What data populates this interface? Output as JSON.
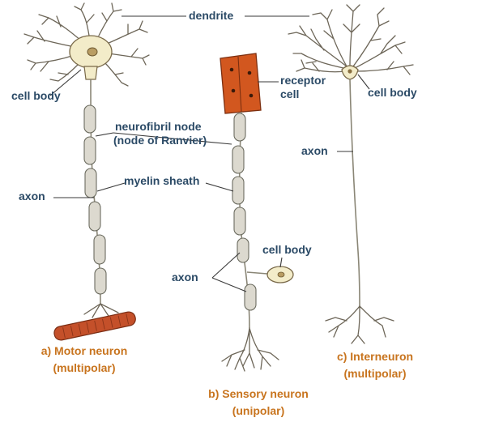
{
  "labels": {
    "dendrite": "dendrite",
    "cell_body_motor": "cell body",
    "node_line1": "neurofibril node",
    "node_line2": "(node of Ranvier)",
    "myelin_sheath": "myelin sheath",
    "axon_motor": "axon",
    "receptor_line1": "receptor",
    "receptor_line2": "cell",
    "cell_body_sensory": "cell body",
    "axon_sensory": "axon",
    "cell_body_inter": "cell body",
    "axon_inter": "axon"
  },
  "captions": {
    "motor_line1": "a) Motor neuron",
    "motor_line2": "(multipolar)",
    "sensory_line1": "b) Sensory neuron",
    "sensory_line2": "(unipolar)",
    "inter_line1": "c) Interneuron",
    "inter_line2": "(multipolar)"
  },
  "colors": {
    "label_text": "#2b4a66",
    "caption_text": "#c8741e",
    "cell_body_fill": "#f3ecc9",
    "myelin_fill": "#dcd9cf",
    "receptor_fill": "#d2571f",
    "muscle_fill": "#c4502a"
  }
}
